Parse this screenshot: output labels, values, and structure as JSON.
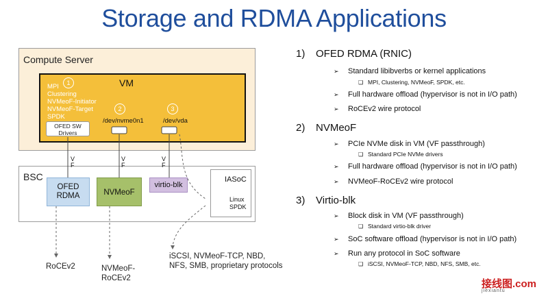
{
  "title": "Storage and RDMA Applications",
  "diagram": {
    "compute_server": "Compute Server",
    "vm": "VM",
    "circles": [
      "1",
      "2",
      "3"
    ],
    "vm_apps": [
      "MPI",
      "Clustering",
      "NVMeoF-Initiator",
      "NVMeoF-Target",
      "SPDK"
    ],
    "ofed_sw": [
      "OFED SW",
      "Drivers"
    ],
    "dev_nvme": "/dev/nvme0n1",
    "dev_vda": "/dev/vda",
    "vf": [
      "V",
      "F"
    ],
    "bsc": "BSC",
    "ofed_rdma": [
      "OFED",
      "RDMA"
    ],
    "nvmeof": "NVMeoF",
    "virtio_blk": "virtio-blk",
    "iasoc": "IASoC",
    "linux_spdk": [
      "Linux",
      "SPDK"
    ],
    "bottom": {
      "rocev2": "RoCEv2",
      "nvmeof_rocev2": [
        "NVMeoF-",
        "RoCEv2"
      ],
      "protocols": [
        "iSCSI, NVMeoF-TCP, NBD,",
        "NFS, SMB, proprietary protocols"
      ]
    },
    "colors": {
      "compute_bg": "#fcefd9",
      "vm_bg": "#f4bf3a",
      "ofed_rdma_bg": "#c7dcf0",
      "nvmeof_bg": "#a6c06a",
      "virtio_bg": "#d2bfe0",
      "title": "#1f4e9c"
    }
  },
  "list": [
    {
      "num": "1)",
      "heading": "OFED RDMA (RNIC)",
      "items": [
        {
          "text": "Standard libibverbs or kernel applications",
          "sub": "MPI, Clustering, NVMeoF, SPDK, etc."
        },
        {
          "text": "Full hardware offload (hypervisor is not in I/O path)"
        },
        {
          "text": "RoCEv2 wire protocol"
        }
      ]
    },
    {
      "num": "2)",
      "heading": "NVMeoF",
      "items": [
        {
          "text": "PCIe NVMe disk in VM (VF passthrough)",
          "sub": "Standard PCIe NVMe drivers"
        },
        {
          "text": "Full hardware offload (hypervisor is not in I/O path)"
        },
        {
          "text": "NVMeoF-RoCEv2 wire protocol"
        }
      ]
    },
    {
      "num": "3)",
      "heading": "Virtio-blk",
      "items": [
        {
          "text": "Block disk in VM (VF passthrough)",
          "sub": "Standard virtio-blk driver"
        },
        {
          "text": "SoC software offload (hypervisor is not in I/O path)"
        },
        {
          "text": "Run any protocol in SoC software",
          "sub": "iSCSI, NVMeoF-TCP, NBD, NFS, SMB, etc."
        }
      ]
    }
  ],
  "bullets": {
    "arrow": "➢",
    "square": "❑"
  },
  "watermark": {
    "main": "接线图.com",
    "sub": "jiexiantu"
  }
}
